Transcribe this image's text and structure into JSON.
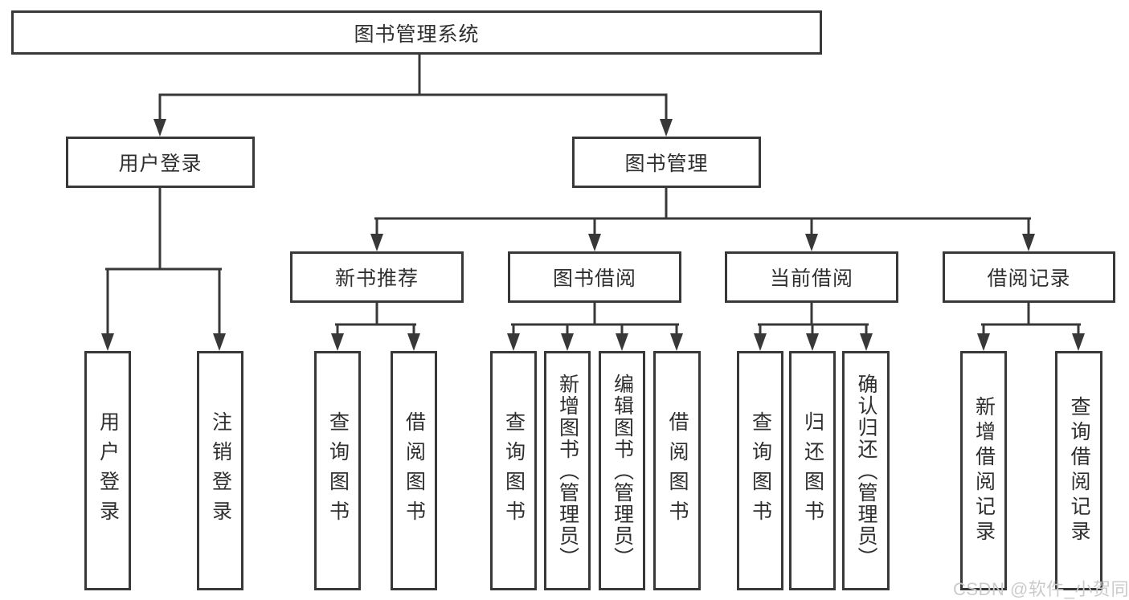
{
  "tree": {
    "label": "图书管理系统",
    "children": [
      {
        "label": "用户登录",
        "children": [
          {
            "label": "用户登录"
          },
          {
            "label": "注销登录"
          }
        ]
      },
      {
        "label": "图书管理",
        "children": [
          {
            "label": "新书推荐",
            "children": [
              {
                "label": "查询图书"
              },
              {
                "label": "借阅图书"
              }
            ]
          },
          {
            "label": "图书借阅",
            "children": [
              {
                "label": "查询图书"
              },
              {
                "label": "新增图书（管理员）"
              },
              {
                "label": "编辑图书（管理员）"
              },
              {
                "label": "借阅图书"
              }
            ]
          },
          {
            "label": "当前借阅",
            "children": [
              {
                "label": "查询图书"
              },
              {
                "label": "归还图书"
              },
              {
                "label": "确认归还（管理员）"
              }
            ]
          },
          {
            "label": "借阅记录",
            "children": [
              {
                "label": "新增借阅记录"
              },
              {
                "label": "查询借阅记录"
              }
            ]
          }
        ]
      }
    ]
  },
  "watermark": "CSDN @软件_小贺同学",
  "colors": {
    "line": "#383838",
    "text": "#2f2f2f",
    "background": "#ffffff",
    "watermark": "#cbcbcb"
  }
}
